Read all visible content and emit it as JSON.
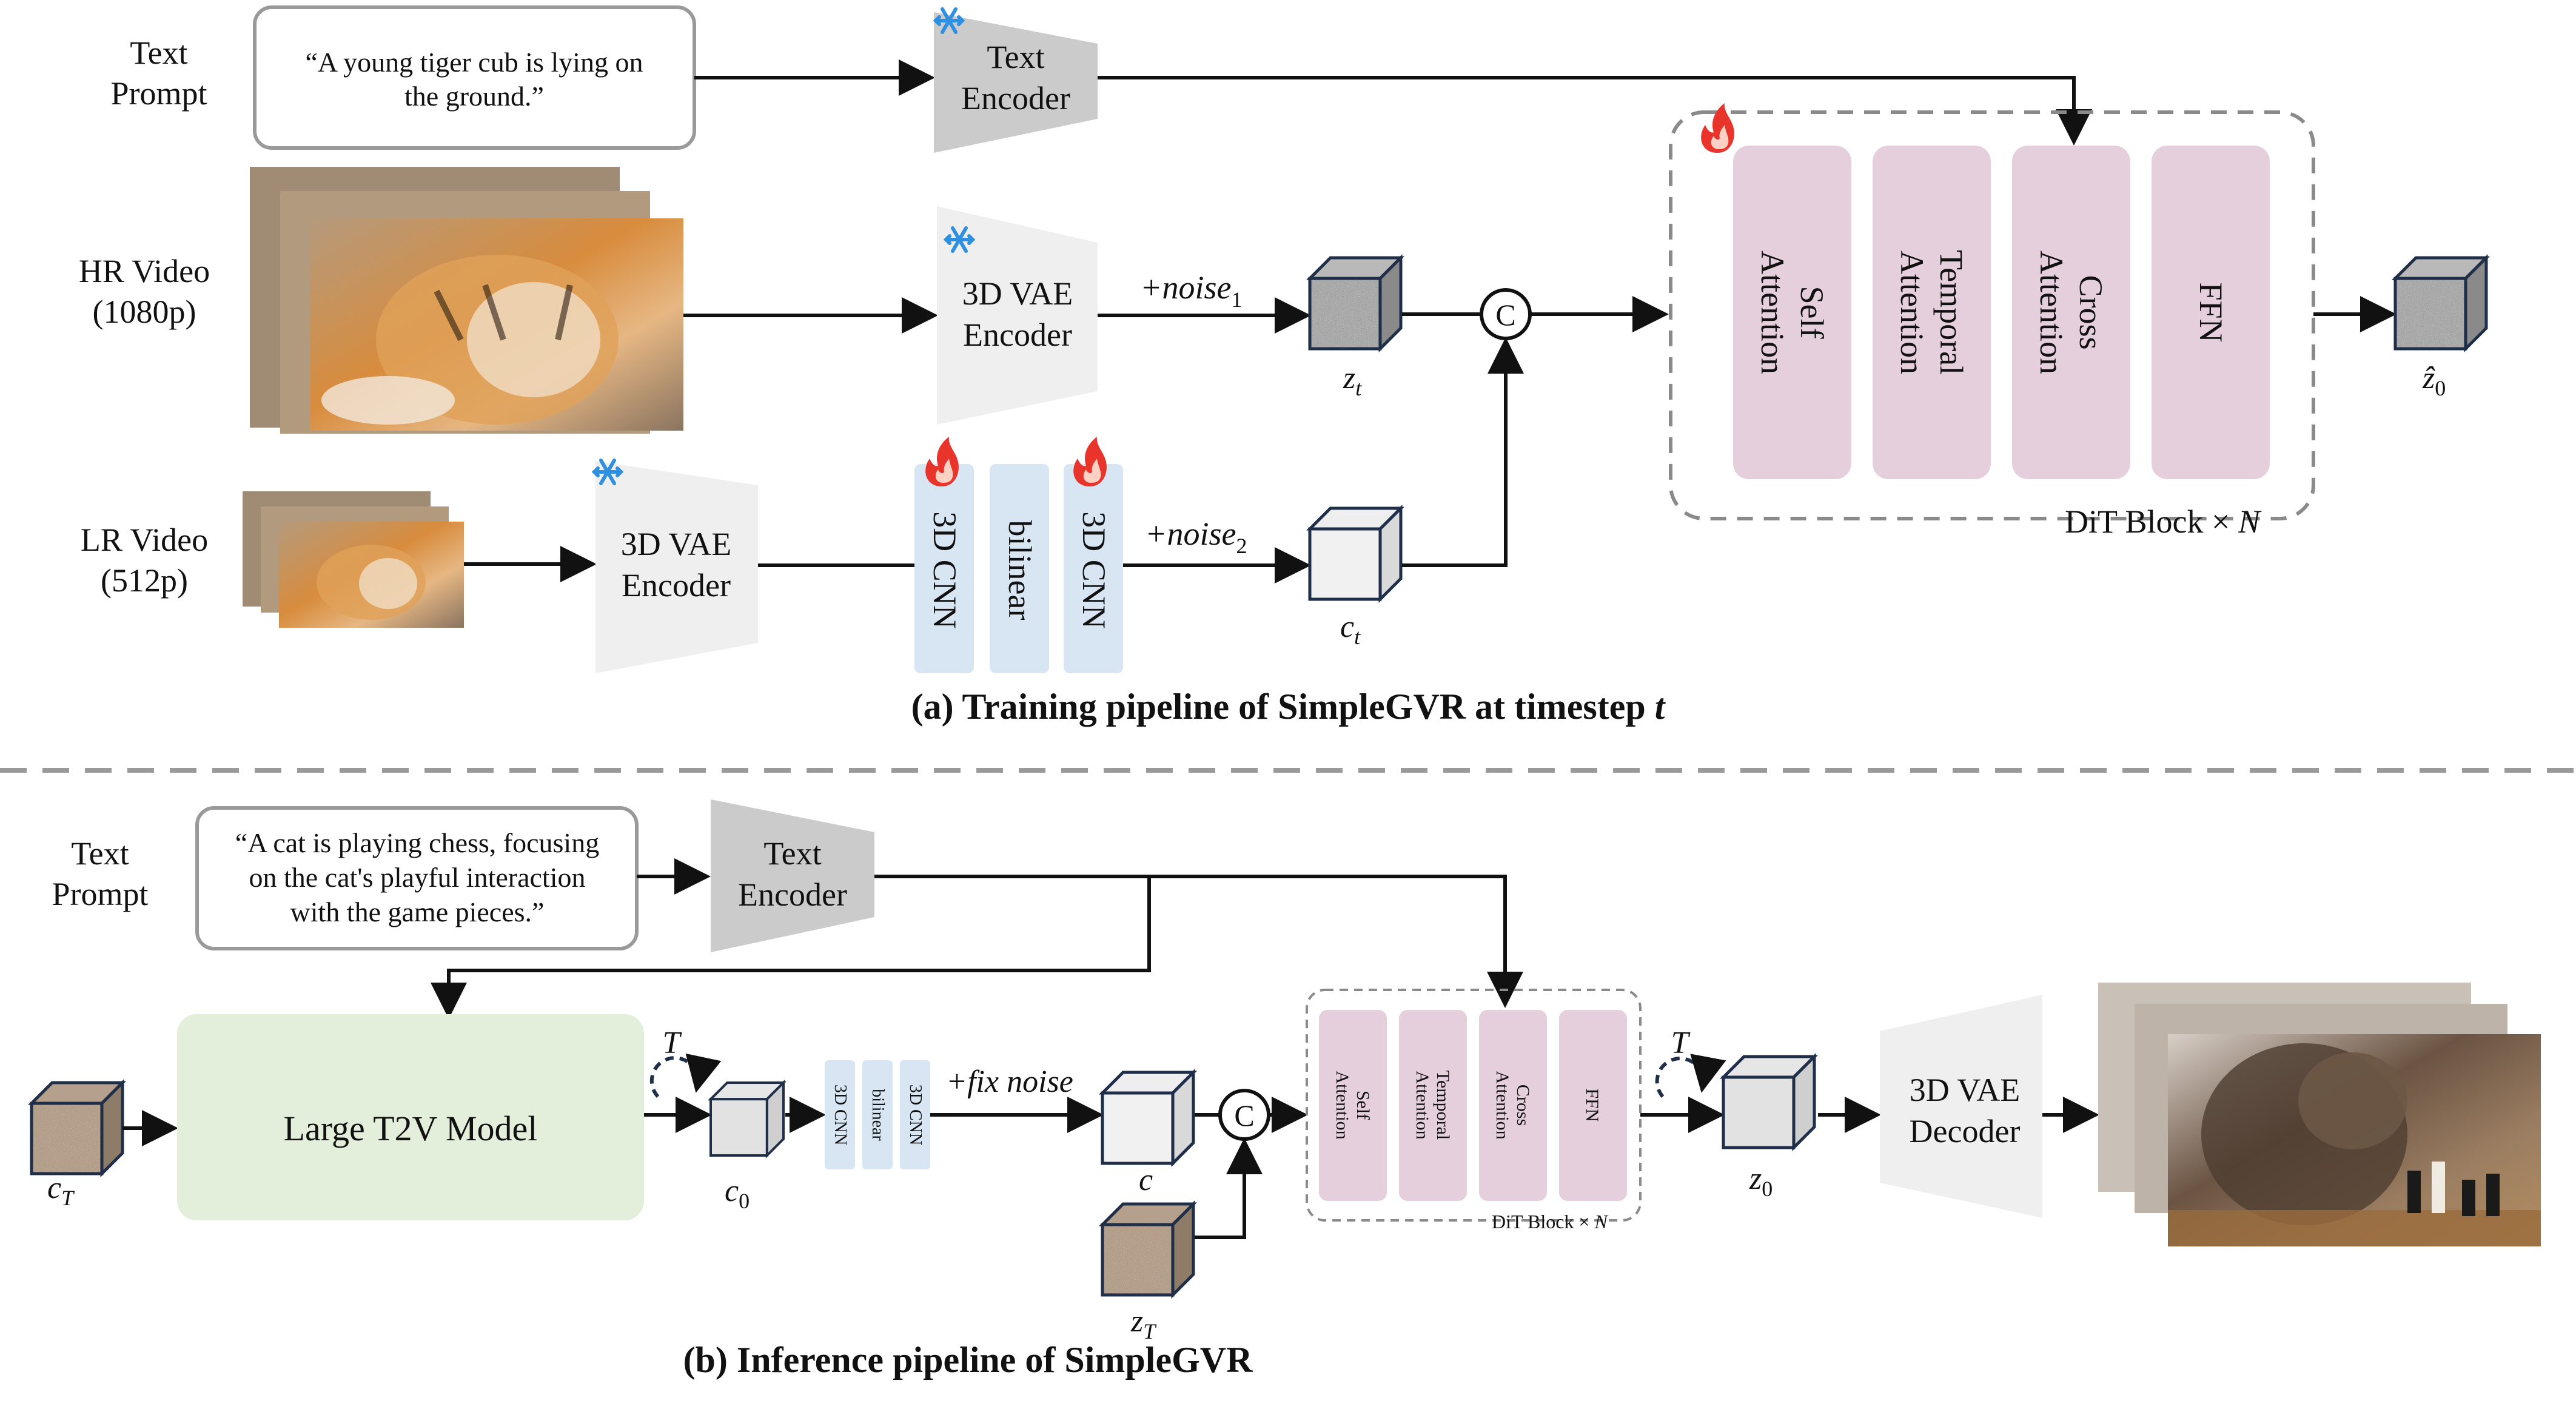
{
  "training": {
    "text_prompt_label": [
      "Text",
      "Prompt"
    ],
    "prompt_text": [
      "“A young tiger cub is lying on",
      "the ground.”"
    ],
    "text_encoder": [
      "Text",
      "Encoder"
    ],
    "hr_video_label": [
      "HR Video",
      "(1080p)"
    ],
    "lr_video_label": [
      "LR Video",
      "(512p)"
    ],
    "vae_encoder_hr": [
      "3D VAE",
      "Encoder"
    ],
    "vae_encoder_lr": [
      "3D VAE",
      "Encoder"
    ],
    "noise1_label": "+noise",
    "noise1_sub": "1",
    "noise2_label": "+noise",
    "noise2_sub": "2",
    "zt_label": "z",
    "zt_sub": "t",
    "ct_label": "c",
    "ct_sub": "t",
    "concat_symbol": "C",
    "cnn_label_1": "3D CNN",
    "bilinear_label": "bilinear",
    "cnn_label_2": "3D CNN",
    "dit_blocks": [
      [
        "Self",
        "Attention"
      ],
      [
        "Temporal",
        "Attention"
      ],
      [
        "Cross",
        "Attention"
      ],
      [
        "FFN"
      ]
    ],
    "dit_caption": "DiT Block × ",
    "dit_caption_n": "N",
    "z0hat_label": "ẑ",
    "z0hat_sub": "0",
    "caption": "(a) Training pipeline of SimpleGVR at timestep ",
    "caption_t": "t"
  },
  "inference": {
    "text_prompt_label": [
      "Text",
      "Prompt"
    ],
    "prompt_text": [
      "“A cat is playing chess, focusing",
      "on the cat's playful interaction",
      "with the game pieces.”"
    ],
    "text_encoder": [
      "Text",
      "Encoder"
    ],
    "t2v_model": "Large T2V Model",
    "cT_label": "c",
    "cT_sub": "T",
    "loop_T_1": "T",
    "c0_label": "c",
    "c0_sub": "0",
    "cnn_label_1": "3D CNN",
    "bilinear_label": "bilinear",
    "cnn_label_2": "3D CNN",
    "fix_noise_label": "+fix noise",
    "c_label": "c",
    "zT_label": "z",
    "zT_sub": "T",
    "concat_symbol": "C",
    "dit_blocks": [
      [
        "Self",
        "Attention"
      ],
      [
        "Temporal",
        "Attention"
      ],
      [
        "Cross",
        "Attention"
      ],
      [
        "FFN"
      ]
    ],
    "dit_caption": "DiT Block × ",
    "dit_caption_n": "N",
    "loop_T_2": "T",
    "z0_label": "z",
    "z0_sub": "0",
    "vae_decoder": [
      "3D VAE",
      "Decoder"
    ],
    "caption": "(b) Inference pipeline of SimpleGVR"
  },
  "colors": {
    "text_encoder_fill": "#cbcbcb",
    "vae_fill": "#efefef",
    "cnn_fill": "#d8e5f2",
    "dit_block_fill": "#e6cfdc",
    "t2v_fill": "#e4efdb",
    "arrow": "#111111",
    "dash": "#9a9a9a",
    "snowflake": "#2f8fe0",
    "flame": "#e8342b"
  },
  "icons": [
    "snowflake-icon",
    "flame-icon",
    "noise-cube-icon",
    "video-frames-image"
  ]
}
